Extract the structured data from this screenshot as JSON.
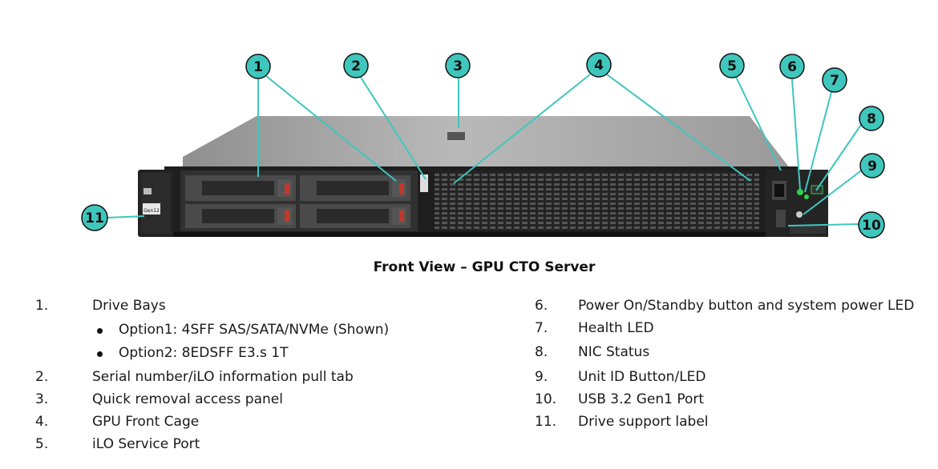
{
  "caption": "Front View – GPU CTO Server",
  "callouts": [
    "1",
    "2",
    "3",
    "4",
    "5",
    "6",
    "7",
    "8",
    "9",
    "10",
    "11"
  ],
  "device_text": {
    "drive_tag": "Gen12"
  },
  "legend_left": [
    {
      "num": "1.",
      "text": "Drive Bays",
      "bullets": [
        "Option1: 4SFF SAS/SATA/NVMe (Shown)",
        "Option2: 8EDSFF E3.s 1T"
      ]
    },
    {
      "num": "2.",
      "text": "Serial number/iLO information pull tab"
    },
    {
      "num": "3.",
      "text": "Quick removal access panel"
    },
    {
      "num": "4.",
      "text": "GPU Front Cage"
    },
    {
      "num": "5.",
      "text": "iLO Service Port"
    }
  ],
  "legend_right": [
    {
      "num": "6.",
      "text": "Power On/Standby button and system power LED"
    },
    {
      "num": "7.",
      "text": "Health LED"
    },
    {
      "num": "8.",
      "text": "NIC Status"
    },
    {
      "num": "9.",
      "text": "Unit ID Button/LED"
    },
    {
      "num": "10.",
      "text": "USB 3.2 Gen1 Port"
    },
    {
      "num": "11.",
      "text": "Drive support label"
    }
  ],
  "colors": {
    "callout_fill": "#3fc6bd",
    "callout_line": "#3fc6bd",
    "chassis_top": "#a9a9a9",
    "chassis_front": "#1e1e1e",
    "led_green": "#2fd24a"
  }
}
